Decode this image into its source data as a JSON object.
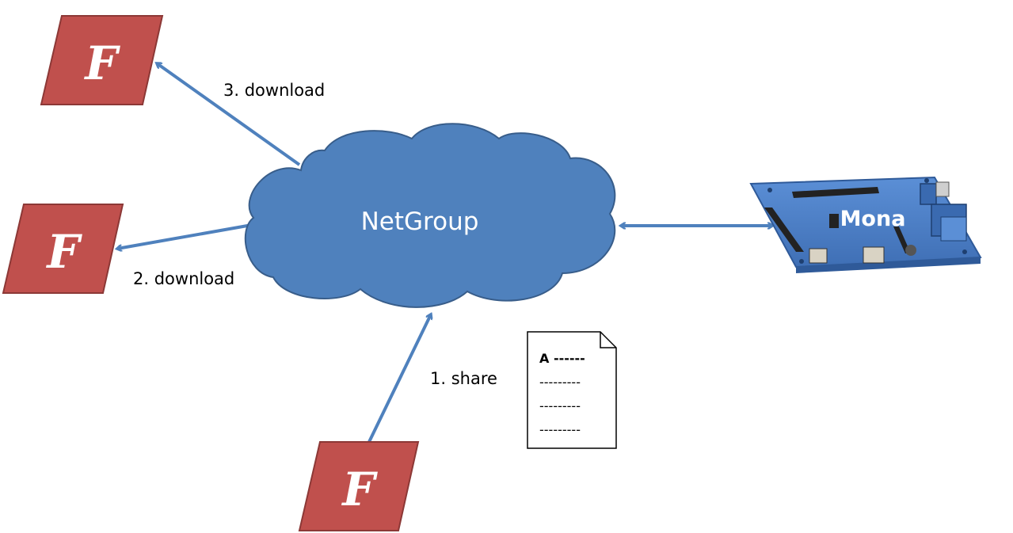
{
  "diagram": {
    "cloud": {
      "label": "NetGroup"
    },
    "server": {
      "label": "Mona"
    },
    "clients": [
      {
        "glyph": "F",
        "role": "downloader"
      },
      {
        "glyph": "F",
        "role": "downloader"
      },
      {
        "glyph": "F",
        "role": "sharer"
      }
    ],
    "edges": [
      {
        "label": "3. download"
      },
      {
        "label": "2. download"
      },
      {
        "label": "1. share"
      },
      {
        "label": ""
      }
    ],
    "document": {
      "lines": [
        "A ------",
        "---------",
        "---------",
        "---------"
      ]
    },
    "colors": {
      "cloud_fill": "#4f81bd",
      "cloud_stroke": "#385d8a",
      "flash_fill": "#c0504d",
      "flash_stroke": "#8c3836",
      "arrow": "#4f81bd",
      "board": "#4a7cc4"
    }
  }
}
